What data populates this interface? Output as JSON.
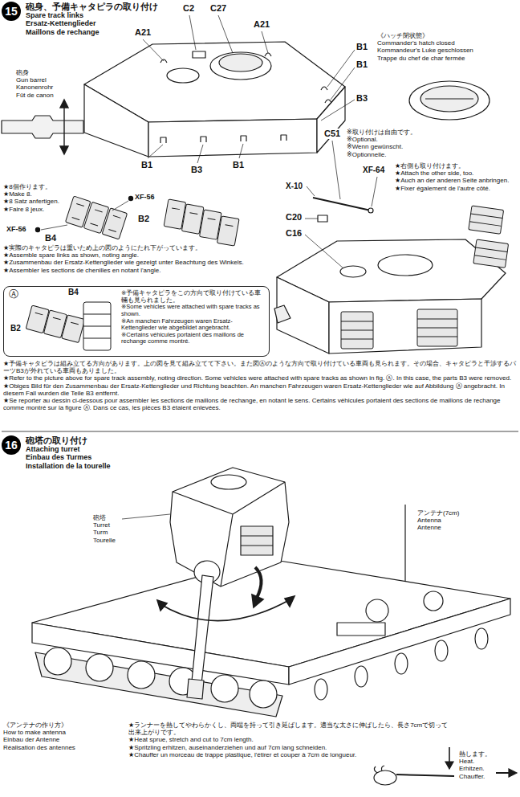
{
  "diagram": {
    "nodes": [
      {
        "text": [
          "15",
          "砲身、予備キャタピラの取り付け",
          "Spare track links",
          "Ersatz-Kettenglieder",
          "Maillons de rechange"
        ]
      },
      {
        "text": [
          "Ⓐ",
          "B4",
          "B2",
          "※予備キャタピラをこの方向で取り付けている車輛も見られました。",
          "※Some vehicles were attached with spare tracks as shown.",
          "※An manchen Fahrzeugen waren Ersatz-Kettenglieder wie abgebildet angebracht.",
          "※Certains véhicules portaient des maillons de rechange comme montré."
        ]
      },
      {
        "text": [
          "16",
          "砲塔の取り付け",
          "Attaching turret",
          "Einbau des Turmes",
          "Installation de la tourelle"
        ]
      }
    ],
    "labels": [
      "C2",
      "C27",
      "A21",
      "A21",
      "B1",
      "B1",
      "B3",
      "砲身",
      "Gun barrel",
      "Kanonenrohr",
      "Fût de canon",
      "B1",
      "B3",
      "B1",
      "《ハッチ閉状態》",
      "Commander's hatch closed",
      "Kommandeur's Luke geschlossen",
      "Trappe du chef de char fermée",
      "C51",
      "※取り付けは自由です。",
      "※Optional.",
      "※Wenn gewünscht.",
      "※Optionnelle.",
      "XF-64",
      "★右側も取り付けます。",
      "★Attach the other side, too.",
      "★Auch an der anderen Seite anbringen.",
      "★Fixer également de l'autre côté.",
      "X-10",
      "C20",
      "C16",
      "★8個作ります。",
      "★Make 8.",
      "★8 Satz anfertigen.",
      "★Faire 8 jeux.",
      "XF-56",
      "B2",
      "XF-56",
      "B4",
      "★実際のキャタピラは重いため上の図のようにたれ下がっています。",
      "★Assemble spare links as shown, noting angle.",
      "★Zusammenbau der Ersatz-Kettenglieder wie gezeigt unter Beachtung des Winkels.",
      "★Assembler les sections de chenilles en notant l'angle.",
      "★予備キャタピラは組み立てる方向があります。上の図を見て組み立てて下さい。また図Ⓐのような方向で取り付けている車両も見られます。その場合、キャタピラと干渉するパーツB3が外れている車両もありました。",
      "★Refer to the picture above for spare track assembly, noting direction. Some vehicles were attached with spare tracks as shown in fig. Ⓐ. In this case, the parts B3 were removed.",
      "★Obiges Bild für den Zusammenbau der Ersatz-Kettenglieder und Richtung beachten. An manchen Fahrzeugen waren Ersatz-Kettenglieder wie auf Abbildung Ⓐ angebracht. In diesem Fall wurden die Teile B3 entfernt.",
      "★Se reporter au dessin ci-dessous pour assembler les sections de maillons de rechange, en notant le sens. Certains véhicules portaient des sections de maillons de rechange comme montré sur la figure Ⓐ. Dans ce cas, les pièces B3 étaient enlevées.",
      "砲塔",
      "Turret",
      "Turm",
      "Tourelle",
      "アンテナ(7cm)",
      "Antenna",
      "Antenne",
      "《アンテナの作り方》",
      "How to make antenna",
      "Einbau der Antenne",
      "Réalisation des antennes",
      "★ランナーを熱してやわらかくし、両端を持って引き延ばします。適当な太さに伸ばしたら、長さ7cmで切って出来上がりです。",
      "★Heat sprue, stretch and cut to 7cm length.",
      "★Spritzling erhitzen, auseinanderziehen und auf 7cm lang schneiden.",
      "★Chauffer un morceau de trappe plastique, l'étirer et couper à 7cm de longueur.",
      "熱します。",
      "Heat.",
      "Erhitzen.",
      "Chauffer."
    ]
  }
}
